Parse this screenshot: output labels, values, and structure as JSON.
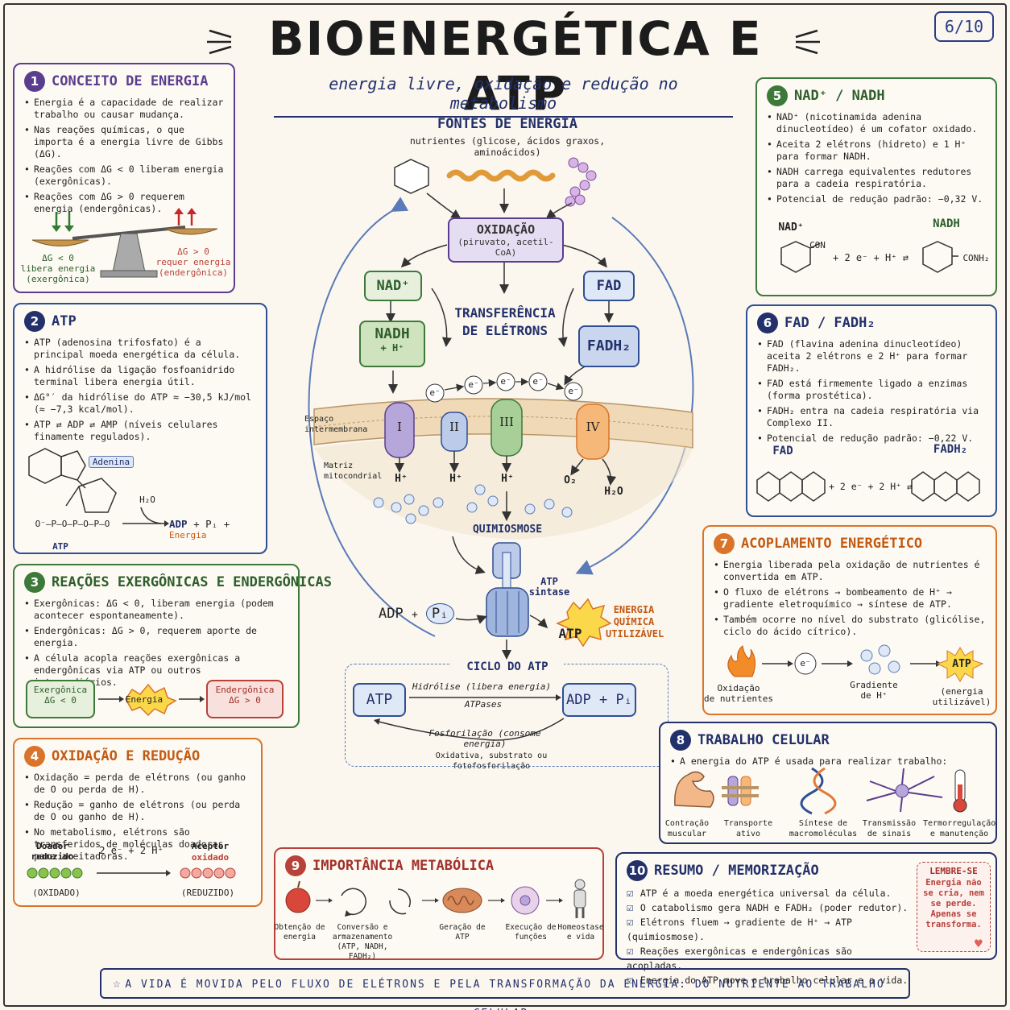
{
  "title": "BIOENERGÉTICA E ATP",
  "subtitle": "energia livre, oxidação e redução no metabolismo",
  "page": "6/10",
  "colors": {
    "purple": "#5b3d8f",
    "navy": "#22306b",
    "green": "#3d7a3a",
    "orange": "#d9742a",
    "red": "#b8413a",
    "background": "#fbf7ef"
  },
  "s1": {
    "num": "1",
    "title": "CONCEITO DE ENERGIA",
    "items": [
      "Energia é a capacidade de realizar trabalho ou causar mudança.",
      "Nas reações químicas, o que importa é a energia livre de Gibbs (ΔG).",
      "Reações com ΔG < 0 liberam energia (exergônicas).",
      "Reações com ΔG > 0 requerem energia (endergônicas)."
    ],
    "left_label": "ΔG < 0\nlibera energia\n(exergônica)",
    "right_label": "ΔG > 0\nrequer energia\n(endergônica)"
  },
  "s2": {
    "num": "2",
    "title": "ATP",
    "items": [
      "ATP (adenosina trifosfato) é a principal moeda energética da célula.",
      "A hidrólise da ligação fosfoanidrido terminal libera energia útil.",
      "ΔG°′ da hidrólise do ATP ≈ −30,5 kJ/mol (≈ −7,3 kcal/mol).",
      "ATP ⇄ ADP ⇄ AMP (níveis celulares finamente regulados)."
    ],
    "adenina": "Adenina",
    "h2o": "H₂O",
    "phosphates": "O⁻–P–O–P–O–P–O",
    "atp": "ATP",
    "adp": "ADP",
    "plus1": "+",
    "pi": "Pᵢ",
    "plus2": "+",
    "energia": "Energia"
  },
  "s3": {
    "num": "3",
    "title": "REAÇÕES EXERGÔNICAS E ENDERGÔNICAS",
    "items": [
      "Exergônicas: ΔG < 0, liberam energia (podem acontecer espontaneamente).",
      "Endergônicas: ΔG > 0, requerem aporte de energia.",
      "A célula acopla reações exergônicas a endergônicas via ATP ou outros intermediários."
    ],
    "exer": "Exergônica\nΔG < 0",
    "energia": "Energia",
    "ender": "Endergônica\nΔG > 0"
  },
  "s4": {
    "num": "4",
    "title": "OXIDAÇÃO E REDUÇÃO",
    "items": [
      "Oxidação = perda de elétrons (ou ganho de O ou perda de H).",
      "Redução = ganho de elétrons (ou perda de O ou ganho de H).",
      "No metabolismo, elétrons são transferidos de moléculas doadoras para aceitadoras."
    ],
    "donor": "Doador\nreduzido",
    "arrow": "2 e⁻ + 2 H⁺",
    "acceptor": "Aceptor",
    "acceptor2": "oxidado",
    "oxid": "(OXIDADO)",
    "red": "(REDUZIDO)"
  },
  "center": {
    "fontes": "FONTES DE ENERGIA",
    "nutrientes": "nutrientes (glicose, ácidos graxos,\naminoácidos)",
    "oxidacao": "OXIDAÇÃO",
    "oxidacao_sub": "(piruvato, acetil-CoA)",
    "nad": "NAD⁺",
    "nadh": "NADH",
    "nadh_h": "+ H⁺",
    "fad": "FAD",
    "fadh2": "FADH₂",
    "transfer": "TRANSFERÊNCIA\nDE ELÉTRONS",
    "espaco": "Espaço\nintermembrana",
    "matriz": "Matriz\nmitocondrial",
    "electron": "e⁻",
    "complexes": [
      "I",
      "II",
      "III",
      "IV"
    ],
    "hplus": "H⁺",
    "o2": "O₂",
    "h2o": "H₂O",
    "quimiosmose": "QUIMIOSMOSE",
    "atp_sintase": "ATP\nsintase",
    "adp": "ADP",
    "pi": "Pᵢ",
    "plus": "+",
    "atp": "ATP",
    "energia_quimica": "ENERGIA\nQUÍMICA\nUTILIZÁVEL",
    "ciclo": "CICLO DO ATP",
    "ciclo_atp": "ATP",
    "ciclo_adp": "ADP + Pᵢ",
    "hidrolise": "Hidrólise (libera energia)",
    "atpases": "ATPases",
    "fosforilacao": "Fosforilação (consome energia)",
    "fosfo_tipos": "Oxidativa, substrato ou fotofosforilação"
  },
  "s5": {
    "num": "5",
    "title": "NAD⁺ / NADH",
    "items": [
      "NAD⁺ (nicotinamida adenina dinucleotídeo) é um cofator oxidado.",
      "Aceita 2 elétrons (hidreto) e 1 H⁺ para formar NADH.",
      "NADH carrega equivalentes redutores para a cadeia respiratória.",
      "Potencial de redução padrão: −0,32 V."
    ],
    "nad": "NAD⁺",
    "nadh": "NADH",
    "con": "CON",
    "conh2": "CONH₂",
    "eq": "+ 2 e⁻ + H⁺ ⇄"
  },
  "s6": {
    "num": "6",
    "title": "FAD / FADH₂",
    "items": [
      "FAD (flavina adenina dinucleotídeo) aceita 2 elétrons e 2 H⁺ para formar FADH₂.",
      "FAD está firmemente ligado a enzimas (forma prostética).",
      "FADH₂ entra na cadeia respiratória via Complexo II.",
      "Potencial de redução padrão: −0,22 V."
    ],
    "fad": "FAD",
    "fadh2": "FADH₂",
    "eq": "+ 2 e⁻ + 2 H⁺ ⇄"
  },
  "s7": {
    "num": "7",
    "title": "ACOPLAMENTO ENERGÉTICO",
    "items": [
      "Energia liberada pela oxidação de nutrientes é convertida em ATP.",
      "O fluxo de elétrons → bombeamento de H⁺ → gradiente eletroquímico → síntese de ATP.",
      "Também ocorre no nível do substrato (glicólise, ciclo do ácido cítrico)."
    ],
    "oxid": "Oxidação\nde nutrientes",
    "e": "e⁻",
    "grad": "Gradiente\nde H⁺",
    "atp": "ATP",
    "atp_sub": "(energia\nutilizável)"
  },
  "s8": {
    "num": "8",
    "title": "TRABALHO CELULAR",
    "intro": "A energia do ATP é usada para realizar trabalho:",
    "items": [
      "Contração\nmuscular",
      "Transporte\nativo",
      "Síntese de\nmacromoléculas",
      "Transmissão\nde sinais",
      "Termorregulação\ne manutenção"
    ]
  },
  "s9": {
    "num": "9",
    "title": "IMPORTÂNCIA METABÓLICA",
    "items": [
      "Obtenção de\nenergia",
      "Conversão e\narmazenamento\n(ATP, NADH, FADH₂)",
      "Geração de\nATP",
      "Execução de\nfunções",
      "Homeostase\ne vida"
    ]
  },
  "s10": {
    "num": "10",
    "title": "RESUMO / MEMORIZAÇÃO",
    "items": [
      "ATP é a moeda energética universal da célula.",
      "O catabolismo gera NADH e FADH₂ (poder redutor).",
      "Elétrons fluem → gradiente de H⁺ → ATP (quimiosmose).",
      "Reações exergônicas e endergônicas são acopladas.",
      "Energia do ATP move o trabalho celular e a vida."
    ],
    "lembre": "LEMBRE-SE",
    "lembre_text": "Energia não se cria, nem se perde. Apenas se transforma."
  },
  "footer": "A VIDA É MOVIDA PELO FLUXO DE ELÉTRONS E PELA TRANSFORMAÇÃO DA ENERGIA: DO NUTRIENTE AO TRABALHO CELULAR."
}
